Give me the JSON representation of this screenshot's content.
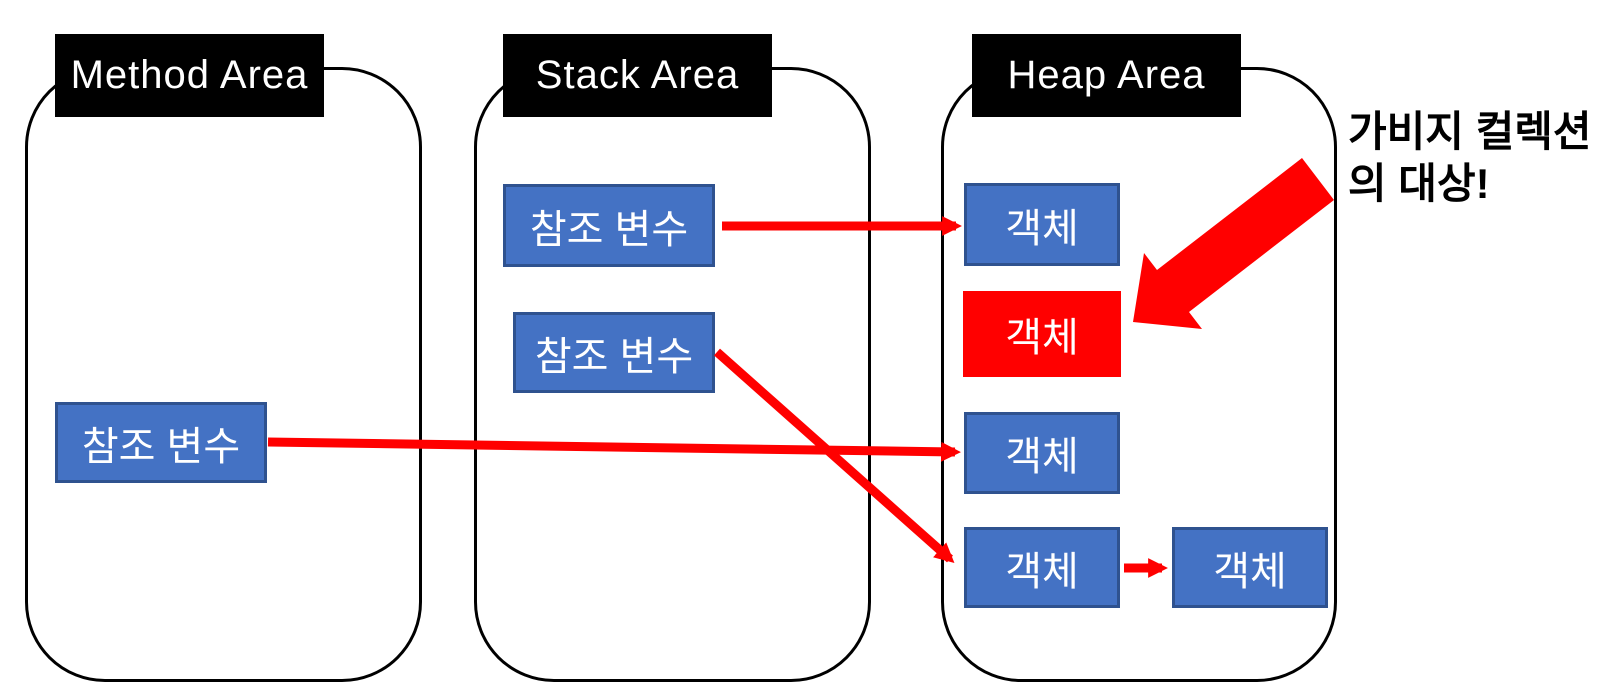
{
  "areas": {
    "method": {
      "title": "Method Area",
      "boxes": [
        {
          "label": "참조 변수"
        }
      ]
    },
    "stack": {
      "title": "Stack Area",
      "boxes": [
        {
          "label": "참조 변수"
        },
        {
          "label": "참조 변수"
        }
      ]
    },
    "heap": {
      "title": "Heap Area",
      "boxes": [
        {
          "label": "객체"
        },
        {
          "label": "객체",
          "garbage": true
        },
        {
          "label": "객체"
        },
        {
          "label": "객체"
        },
        {
          "label": "객체"
        }
      ]
    }
  },
  "annotation": {
    "line1": "가비지 컬렉션",
    "line2": "의 대상!"
  },
  "colors": {
    "box_fill": "#4472C4",
    "box_border": "#2F528F",
    "garbage_highlight": "#FF0000",
    "arrow": "#FF0000",
    "area_label_bg": "#000000",
    "area_label_text": "#FFFFFF",
    "container_border": "#000000"
  }
}
